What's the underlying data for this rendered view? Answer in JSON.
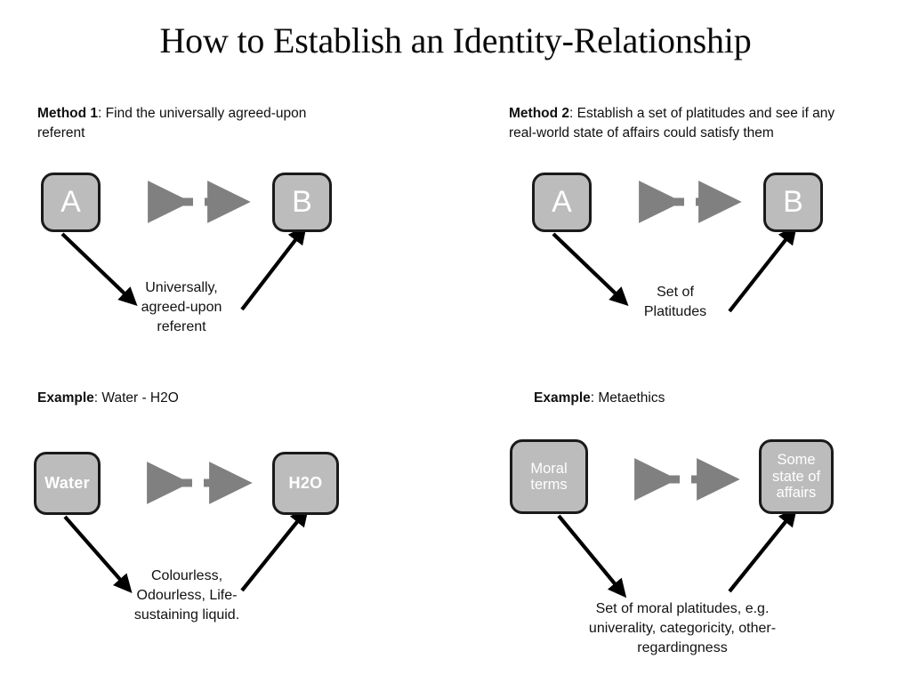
{
  "title": "How to Establish an Identity-Relationship",
  "colors": {
    "background": "#ffffff",
    "box_fill": "#bcbcbc",
    "box_border": "#1a1a1a",
    "box_text": "#ffffff",
    "dashed_arrow": "#808080",
    "solid_arrow": "#000000",
    "body_text": "#111111"
  },
  "methods": {
    "method1": {
      "label": "Method 1",
      "separator": ": ",
      "description": "Find the universally agreed-upon referent",
      "left_node": "A",
      "right_node": "B",
      "caption": "Universally, agreed-upon referent",
      "caption_lines": [
        "Universally,",
        "agreed-upon",
        "referent"
      ]
    },
    "method2": {
      "label": "Method 2",
      "separator": ": ",
      "description": "Establish a set of platitudes and see if any real-world state of affairs could satisfy them",
      "left_node": "A",
      "right_node": "B",
      "caption": "Set of Platitudes",
      "caption_lines": [
        "Set of",
        "Platitudes"
      ]
    }
  },
  "examples": {
    "example1": {
      "label": "Example",
      "separator": ": ",
      "description": "Water - H2O",
      "left_node": "Water",
      "right_node": "H2O",
      "caption": "Colourless, Odourless, Life-sustaining liquid.",
      "caption_lines": [
        "Colourless,",
        "Odourless, Life-",
        "sustaining liquid."
      ]
    },
    "example2": {
      "label": "Example",
      "separator": ":  ",
      "description": "Metaethics",
      "left_node": "Moral terms",
      "left_node_lines": [
        "Moral",
        "terms"
      ],
      "right_node": "Some state of affairs",
      "right_node_lines": [
        "Some",
        "state of",
        "affairs"
      ],
      "caption": "Set of moral platitudes, e.g. univerality, categoricity, other-regardingness",
      "caption_lines": [
        "Set of moral platitudes, e.g.",
        "univerality, categoricity, other-",
        "regardingness"
      ]
    }
  }
}
